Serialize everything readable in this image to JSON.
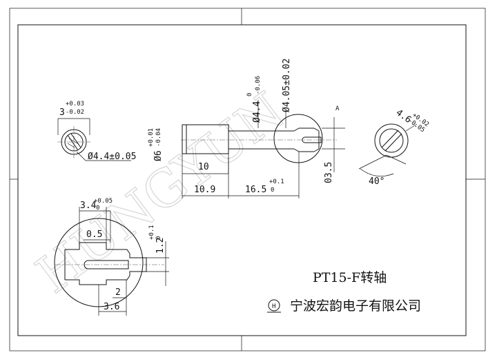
{
  "drawing": {
    "title": "PT15-F转轴",
    "company": "宁波宏韵电子有限公司",
    "logo_letter": "H",
    "watermark": "HUNGYUN",
    "datum": "A",
    "dimensions": {
      "d_3_base": "3",
      "d_3_upper": "+0.03",
      "d_3_lower": "-0.02",
      "d_44_tol": "Ø4.4±0.05",
      "d_6_base": "Ø6",
      "d_6_upper": "+0.01",
      "d_6_lower": "-0.04",
      "d_44_neg_base": "Ø4.4",
      "d_44_neg_upper": "0",
      "d_44_neg_lower": "-0.06",
      "d_405": "Ø4.05±0.02",
      "d_46_base": "4.6",
      "d_46_upper": "+0.02",
      "d_46_lower": "-0.05",
      "len_10": "10",
      "len_109": "10.9",
      "len_165_base": "16.5",
      "len_165_upper": "+0.1",
      "len_165_lower": "0",
      "len_35": "03.5",
      "angle_40": "40°",
      "det_34_base": "3.4",
      "det_34_upper": "+0.05",
      "det_34_lower": "0",
      "det_05": "0.5",
      "det_12_base": "1.2",
      "det_12_upper": "+0.1",
      "det_12_lower": "0",
      "det_2": "2",
      "det_36": "3.6"
    }
  }
}
